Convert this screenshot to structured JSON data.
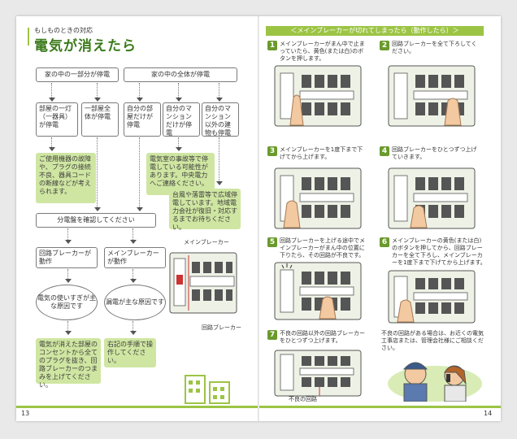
{
  "left": {
    "subtitle": "もしものときの対応",
    "title": "電気が消えたら",
    "partial_outage": "家の中の一部分が停電",
    "whole_outage": "家の中の全体が停電",
    "col1": "部屋の一灯（一器具）が停電",
    "col2": "一部屋全体が停電",
    "col3": "自分の部屋だけが停電",
    "col4": "自分のマンションだけが停電",
    "col5": "自分のマンション以外の建物も停電",
    "note1": "ご使用機器の故障や、プラグの接続不良、器具コードの断線などが考えられます。",
    "note2": "電気室の事故等で停電している可能性があります。中央電力へご連絡ください。",
    "note3": "台風や落雷等で広域停電しています。地域電力会社が復旧・対応するまでお待ちください。",
    "check_panel": "分電盤を確認してください",
    "circuit_trip": "回路ブレーカーが動作",
    "main_trip": "メインブレーカーが動作",
    "cause_overuse": "電気の使いすぎが主な原因です",
    "cause_leak": "漏電が主な原因です",
    "note4": "電気が消えた部屋のコンセントから全てのプラグを抜き、回路ブレーカーのつまみを上げてください。",
    "note5": "右記の手順で操作してください。",
    "label_main": "メインブレーカー",
    "label_circuit": "回路ブレーカー",
    "page_num": "13"
  },
  "right": {
    "header": "＜メインブレーカーが切れてしまったら（動作したら）＞",
    "steps": [
      {
        "n": "1",
        "text": "メインブレーカーがまん中で止まっていたら、黄色(または白)のボタンを押します。"
      },
      {
        "n": "2",
        "text": "回路ブレーカーを全て下ろしてください。"
      },
      {
        "n": "3",
        "text": "メインブレーカーを1度下まで下げてから上げます。"
      },
      {
        "n": "4",
        "text": "回路ブレーカーをひとつずつ上げていきます。"
      },
      {
        "n": "5",
        "text": "回路ブレーカーを上げる途中でメインブレーカーがまん中の位置に下りたら、その回路が不良です。"
      },
      {
        "n": "6",
        "text": "メインブレーカーの黄色(または白)のボタンを押してから、回路ブレーカーを全て下ろし、メインブレーカーを1度下まで下げてから上げます。"
      },
      {
        "n": "7",
        "text": "不良の回路以外の回路ブレーカーをひとつずつ上げます。"
      }
    ],
    "bad_circuit_label": "不良の回路",
    "contact_note": "不良の回路がある場合は、お近くの電気工事店または、管理会社様にご相談ください。",
    "page_num": "14"
  },
  "colors": {
    "accent_green": "#9cc444",
    "note_green": "#cfe6a2",
    "title_green": "#3a7a1a"
  }
}
